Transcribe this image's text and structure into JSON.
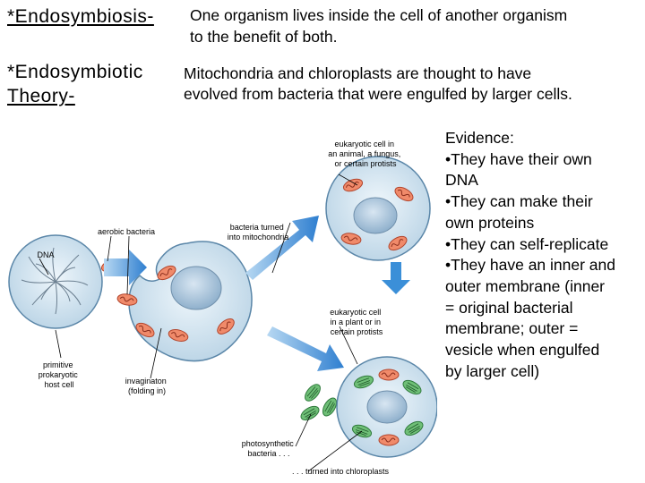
{
  "slide": {
    "endosymbiosis": {
      "term": "*Endosymbiosis-",
      "definition_line1": "One organism lives inside the cell of another organism",
      "definition_line2": "to the benefit of both."
    },
    "theory": {
      "term_line1": "*Endosymbiotic",
      "term_line2": "Theory-",
      "definition_line1": "Mitochondria and chloroplasts are thought to have",
      "definition_line2": "evolved from bacteria that were engulfed by larger cells."
    },
    "evidence": [
      "Evidence:",
      "•They have their own",
      "DNA",
      "•They can make their",
      "own proteins",
      "•They can self-replicate",
      "•They have an inner and",
      "outer membrane (inner",
      "= original bacterial",
      "membrane; outer =",
      "vesicle when engulfed",
      "by larger cell)"
    ]
  },
  "diagram": {
    "labels": {
      "eukaryotic_animal": [
        "eukaryotic cell in",
        "an animal, a fungus,",
        "or certain protists"
      ],
      "bacteria_turned": [
        "bacteria turned",
        "into mitochondria"
      ],
      "aerobic_bacteria": [
        "aerobic bacteria"
      ],
      "dna": [
        "DNA"
      ],
      "eukaryotic_plant": [
        "eukaryotic cell",
        "in a plant or in",
        "certain protists"
      ],
      "primitive_host": [
        "primitive",
        "prokaryotic",
        "host cell"
      ],
      "invagination": [
        "invaginaton",
        "(folding in)"
      ],
      "photosynthetic": [
        "photosynthetic",
        "bacteria . . ."
      ],
      "chloroplasts": [
        ". . . turned into chloroplasts"
      ]
    },
    "colors": {
      "arrow_blue": "#3b8fd8",
      "mitochondria": "#e8735a",
      "chloroplast": "#4aa060",
      "cell_fill": "#d7e8f2",
      "nucleus": "#a9c4dc"
    }
  }
}
